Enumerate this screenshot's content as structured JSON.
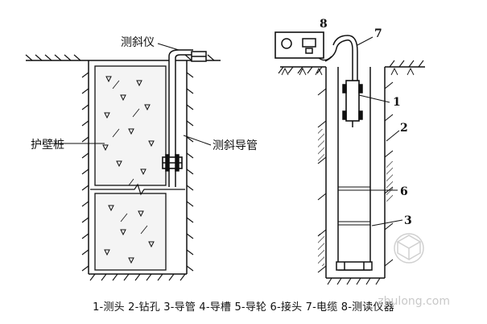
{
  "labels": {
    "inclinometer": "测斜仪",
    "retaining_pile": "护壁桩",
    "inclinometer_casing": "测斜导管"
  },
  "numbers": {
    "n1": "1",
    "n2": "2",
    "n3": "3",
    "n6": "6",
    "n7": "7",
    "n8": "8"
  },
  "caption": "1-测头 2-钻孔 3-导管 4-导槽 5-导轮 6-接头 7-电缆 8-测读仪器",
  "watermark": "zhulong.com",
  "colors": {
    "ink": "#111111",
    "watermark": "#c9c9c9"
  }
}
